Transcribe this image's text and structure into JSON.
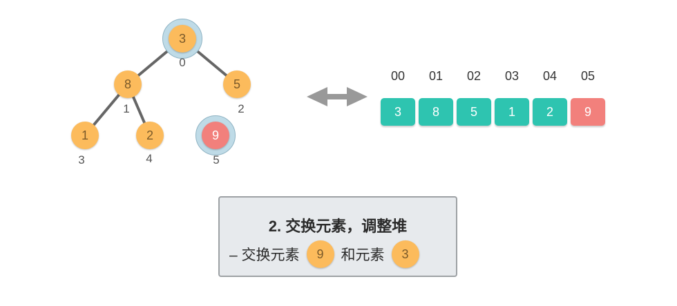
{
  "tree": {
    "nodes": [
      {
        "value": "3",
        "index": "0"
      },
      {
        "value": "8",
        "index": "1"
      },
      {
        "value": "5",
        "index": "2"
      },
      {
        "value": "1",
        "index": "3"
      },
      {
        "value": "2",
        "index": "4"
      },
      {
        "value": "9",
        "index": "5"
      }
    ]
  },
  "array": {
    "indices": [
      "00",
      "01",
      "02",
      "03",
      "04",
      "05"
    ],
    "values": [
      "3",
      "8",
      "5",
      "1",
      "2",
      "9"
    ]
  },
  "caption": {
    "title": "2. 交换元素，调整堆",
    "prefix": "– 交换元素",
    "swap_a": "9",
    "middle": "和元素",
    "swap_b": "3"
  },
  "colors": {
    "node": "#fcbb5c",
    "highlight": "#f2807c",
    "cell": "#2ec4b0",
    "halo": "#bfdbe7"
  }
}
